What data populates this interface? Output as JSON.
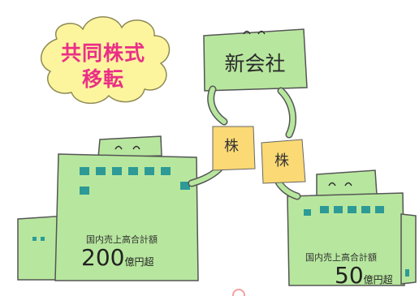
{
  "cloud": {
    "line1": "共同株式",
    "line2": "移転"
  },
  "new_company": {
    "label": "新会社"
  },
  "shares": {
    "left": "株",
    "right": "株"
  },
  "company_a": {
    "sales_label": "国内売上高合計額",
    "amount": "200",
    "unit": "億円超"
  },
  "company_b": {
    "sales_label": "国内売上高合計額",
    "amount": "50",
    "unit": "億円超"
  },
  "colors": {
    "building_green": "#b7e79e",
    "building_outline": "#555555",
    "window_teal": "#2d9a96",
    "cloud_yellow": "#fdf59e",
    "cloud_text_pink": "#ea2f86",
    "share_yellow": "#fbd974"
  }
}
